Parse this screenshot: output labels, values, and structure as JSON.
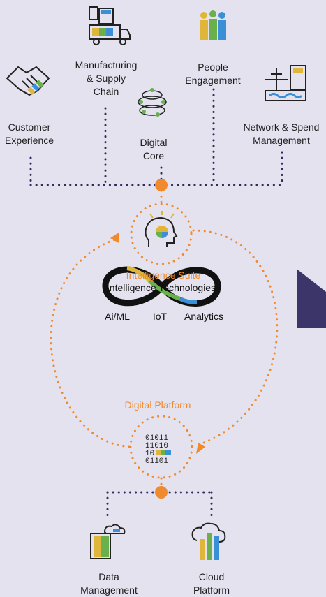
{
  "capabilities": [
    {
      "id": "customer",
      "lines": [
        "Customer",
        "Experience"
      ],
      "icon": "handshake-icon"
    },
    {
      "id": "manufacturing",
      "lines": [
        "Manufacturing",
        "& Supply",
        "Chain"
      ],
      "icon": "factory-truck-icon"
    },
    {
      "id": "digital-core",
      "lines": [
        "Digital",
        "Core"
      ],
      "icon": "sphere-network-icon"
    },
    {
      "id": "people",
      "lines": [
        "People",
        "Engagement"
      ],
      "icon": "people-group-icon"
    },
    {
      "id": "network",
      "lines": [
        "Network & Spend",
        "Management"
      ],
      "icon": "plane-calculator-icon"
    }
  ],
  "intelligence_suite": {
    "label": "Intelligence Suite",
    "icon": "head-lightbulb-icon"
  },
  "technologies": {
    "title": "Intelligence Technologies",
    "items": [
      "Ai/ML",
      "IoT",
      "Analytics"
    ],
    "icon": "infinity-icon"
  },
  "digital_platform": {
    "label": "Digital Platform",
    "icon": "binary-code-icon"
  },
  "platform_items": [
    {
      "id": "data",
      "lines": [
        "Data",
        "Management"
      ],
      "icon": "documents-cloud-icon"
    },
    {
      "id": "cloud",
      "lines": [
        "Cloud",
        "Platform"
      ],
      "icon": "cloud-bars-icon"
    }
  ],
  "colors": {
    "background": "#e4e2ee",
    "navy": "#2e2b5e",
    "orange": "#f08a2c",
    "arrow": "#3b3569"
  }
}
